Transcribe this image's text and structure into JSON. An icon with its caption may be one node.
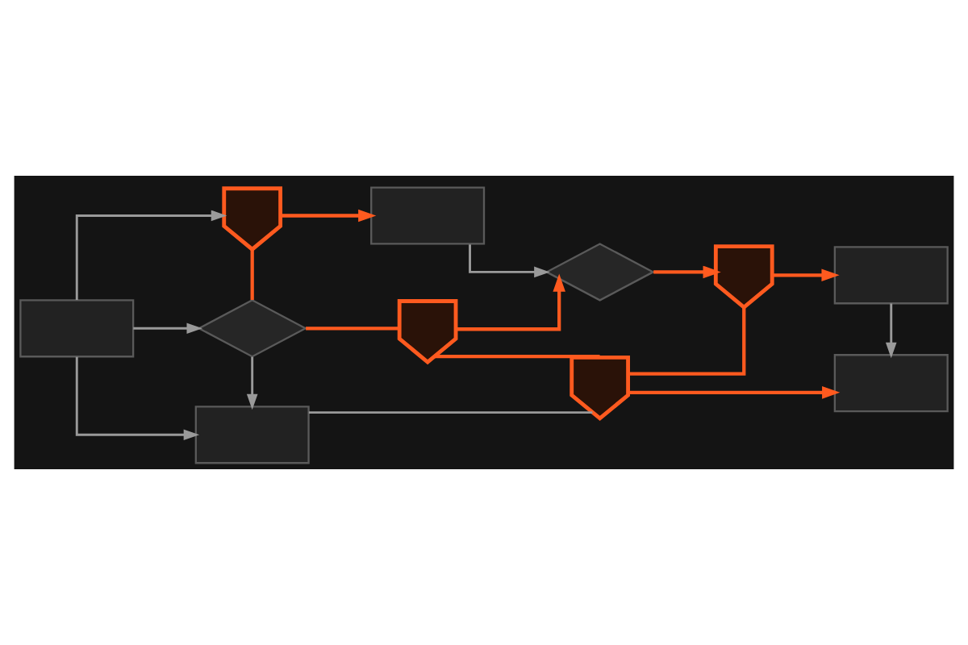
{
  "diagram": {
    "nodes": [
      {
        "text": [],
        "shape": "shield"
      },
      {
        "text": [],
        "shape": "box"
      },
      {
        "text": [],
        "shape": "box"
      },
      {
        "text": [],
        "shape": "diamond"
      },
      {
        "text": [],
        "shape": "shield"
      },
      {
        "text": [],
        "shape": "diamond"
      },
      {
        "text": [],
        "shape": "shield"
      },
      {
        "text": [],
        "shape": "box"
      },
      {
        "text": [],
        "shape": "box"
      },
      {
        "text": [],
        "shape": "box"
      },
      {
        "text": [],
        "shape": "shield"
      }
    ],
    "edges": [
      {
        "from": 2,
        "to": 0,
        "arrow": "to",
        "color": "#9a9a9a"
      },
      {
        "from": 0,
        "to": 1,
        "arrow": "to"
      },
      {
        "from": 1,
        "to": 5,
        "arrow": "to",
        "color": "#9a9a9a"
      },
      {
        "from": 2,
        "to": 3,
        "arrow": "to",
        "color": "#9a9a9a"
      },
      {
        "from": 0,
        "to": 3,
        "arrow": "none"
      },
      {
        "from": 3,
        "to": 4,
        "arrow": "none"
      },
      {
        "from": 4,
        "to": 5,
        "arrow": "to"
      },
      {
        "from": 5,
        "to": 6,
        "arrow": "to"
      },
      {
        "from": 6,
        "to": 7,
        "arrow": "to"
      },
      {
        "from": 7,
        "to": 9,
        "arrow": "to",
        "color": "#9a9a9a"
      },
      {
        "from": 3,
        "to": 8,
        "arrow": "to",
        "color": "#9a9a9a"
      },
      {
        "from": 2,
        "to": 8,
        "arrow": "to",
        "color": "#9a9a9a"
      },
      {
        "from": 8,
        "to": 10,
        "arrow": "none",
        "color": "#9a9a9a"
      },
      {
        "from": 4,
        "to": 10,
        "arrow": "none"
      },
      {
        "from": 6,
        "to": 10,
        "arrow": "none"
      },
      {
        "from": 10,
        "to": 9,
        "arrow": "to"
      }
    ]
  }
}
